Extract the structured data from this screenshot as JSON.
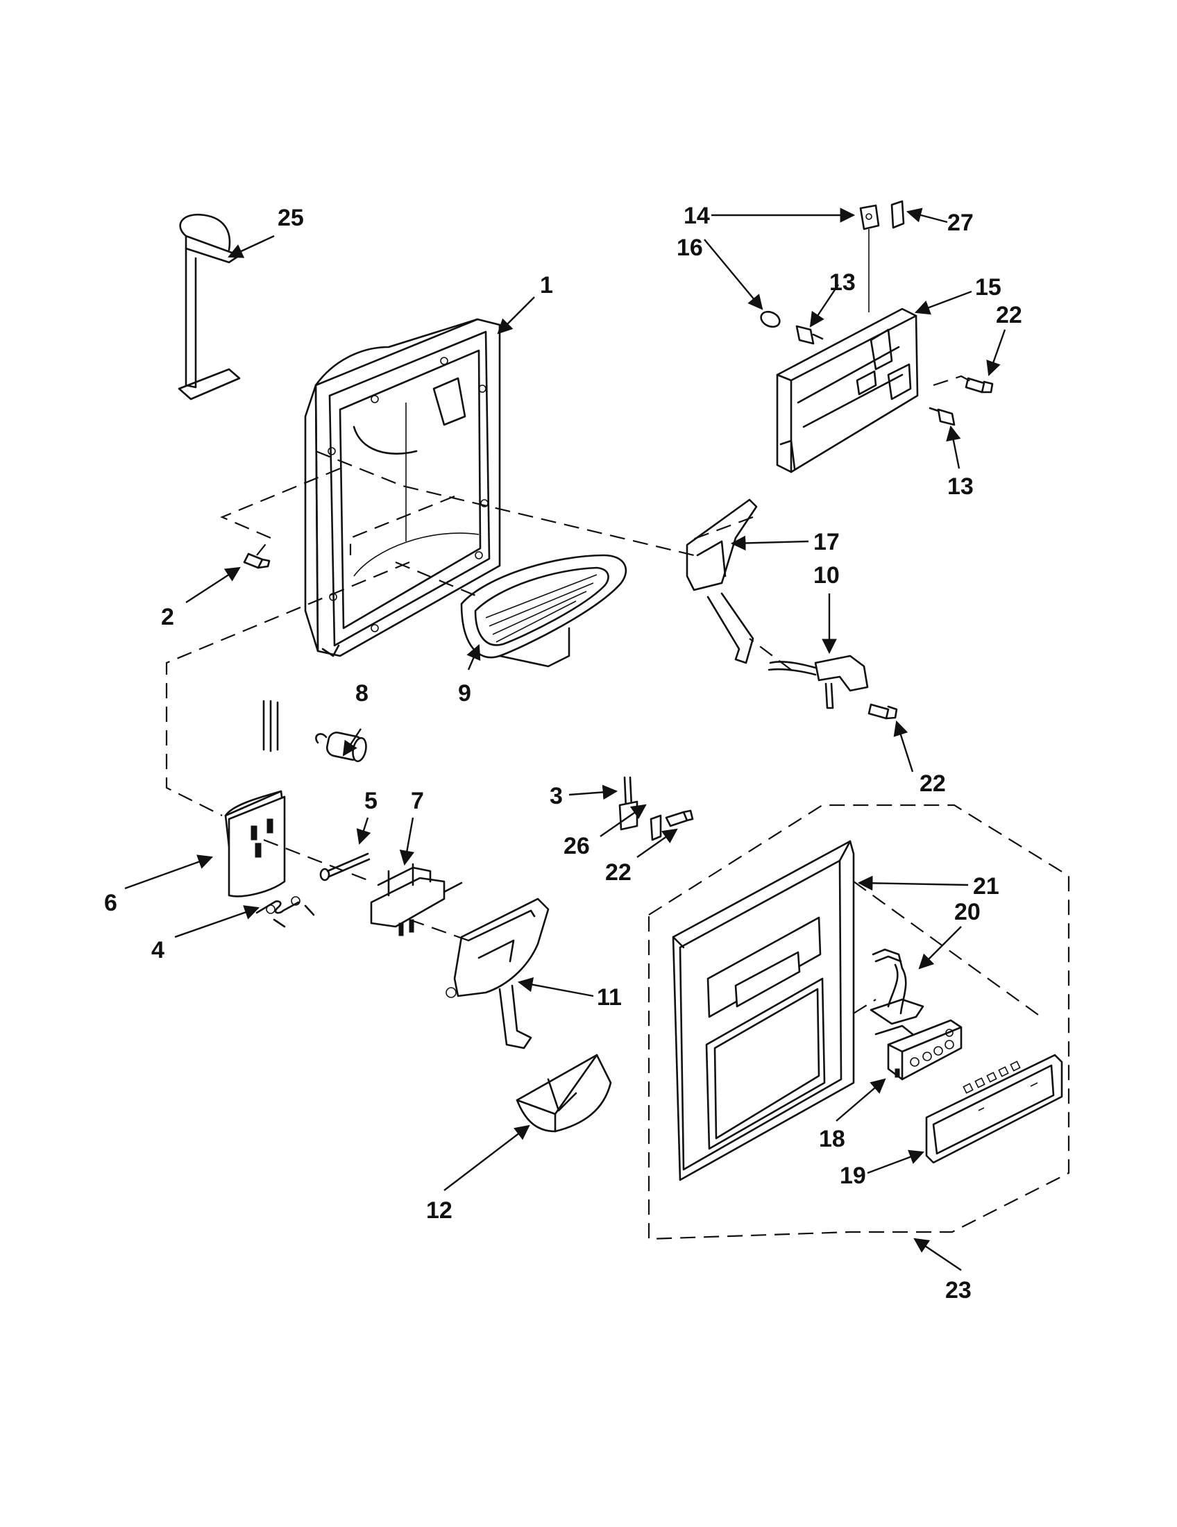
{
  "callouts": {
    "c1": "1",
    "c2": "2",
    "c3": "3",
    "c4": "4",
    "c5": "5",
    "c6": "6",
    "c7": "7",
    "c8": "8",
    "c9": "9",
    "c10": "10",
    "c11": "11",
    "c12": "12",
    "c13a": "13",
    "c13b": "13",
    "c14": "14",
    "c15": "15",
    "c16": "16",
    "c17": "17",
    "c18": "18",
    "c19": "19",
    "c20": "20",
    "c21": "21",
    "c22a": "22",
    "c22b": "22",
    "c22c": "22",
    "c23": "23",
    "c25": "25",
    "c26": "26",
    "c27": "27"
  }
}
